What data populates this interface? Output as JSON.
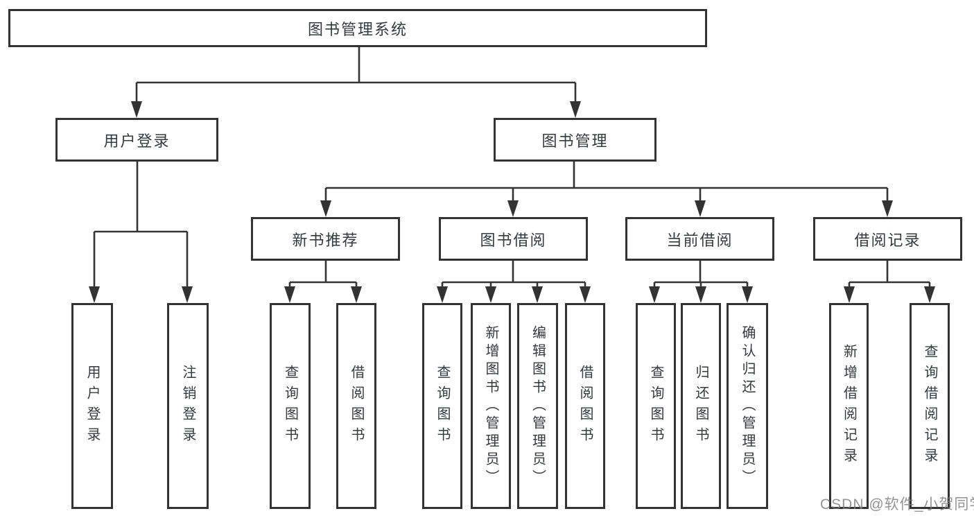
{
  "diagram": {
    "type": "hierarchy-tree",
    "tree": {
      "label": "图书管理系统",
      "children": [
        {
          "label": "用户登录",
          "children": [
            {
              "label": "用户登录"
            },
            {
              "label": "注销登录"
            }
          ]
        },
        {
          "label": "图书管理",
          "children": [
            {
              "label": "新书推荐",
              "children": [
                {
                  "label": "查询图书"
                },
                {
                  "label": "借阅图书"
                }
              ]
            },
            {
              "label": "图书借阅",
              "children": [
                {
                  "label": "查询图书"
                },
                {
                  "label": "新增图书（管理员）"
                },
                {
                  "label": "编辑图书（管理员）"
                },
                {
                  "label": "借阅图书"
                }
              ]
            },
            {
              "label": "当前借阅",
              "children": [
                {
                  "label": "查询图书"
                },
                {
                  "label": "归还图书"
                },
                {
                  "label": "确认归还（管理员）"
                }
              ]
            },
            {
              "label": "借阅记录",
              "children": [
                {
                  "label": "新增借阅记录"
                },
                {
                  "label": "查询借阅记录"
                }
              ]
            }
          ]
        }
      ]
    }
  },
  "watermark": {
    "text": "CSDN @软件_小贺同学",
    "color": "#7d7d7d"
  },
  "colors": {
    "background": "#ffffff",
    "line": "#333333",
    "box_border": "#333333",
    "box_fill": "#ffffff",
    "text": "#36393d"
  }
}
